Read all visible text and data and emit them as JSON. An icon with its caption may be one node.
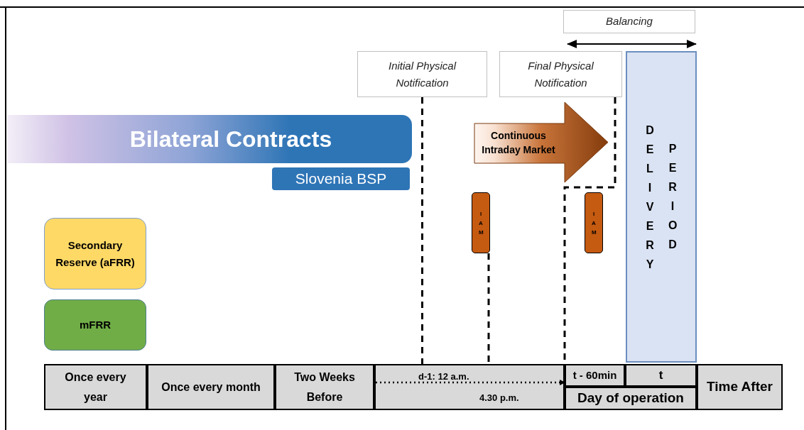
{
  "diagram": {
    "nodes": [
      {
        "text": [
          "Balancing"
        ]
      },
      {
        "text": [
          "Initial Physical Notification"
        ]
      },
      {
        "text": [
          "Final Physical Notification"
        ]
      },
      {
        "text": [
          "Bilateral Contracts"
        ]
      },
      {
        "text": [
          "Slovenia BSP"
        ]
      },
      {
        "text": [
          "Continuous Intraday Market"
        ]
      },
      {
        "text": [
          "IAM"
        ]
      },
      {
        "text": [
          "IAM"
        ]
      },
      {
        "text": [
          "DELIVERY",
          "PERIOD"
        ]
      },
      {
        "text": [
          "Secondary Reserve (aFRR)"
        ]
      },
      {
        "text": [
          "mFRR"
        ]
      },
      {
        "text": [
          "Once every year"
        ]
      },
      {
        "text": [
          "Once every month"
        ]
      },
      {
        "text": [
          "Two Weeks Before"
        ]
      },
      {
        "text": [
          "d-1: 12 a.m.",
          "4.30 p.m."
        ]
      },
      {
        "text": [
          "t - 60min"
        ]
      },
      {
        "text": [
          "t"
        ]
      },
      {
        "text": [
          "Day of operation"
        ]
      },
      {
        "text": [
          "Time After"
        ]
      }
    ],
    "edges": [
      {
        "from": 1,
        "to": 14,
        "arrow": "none",
        "style": "dashed"
      },
      {
        "from": 6,
        "to": 14,
        "arrow": "none",
        "style": "dashed"
      },
      {
        "from": 2,
        "to": 15,
        "arrow": "none",
        "style": "dashed"
      },
      {
        "from": 14,
        "to": 15,
        "arrow": "to",
        "style": "dashed"
      }
    ]
  }
}
